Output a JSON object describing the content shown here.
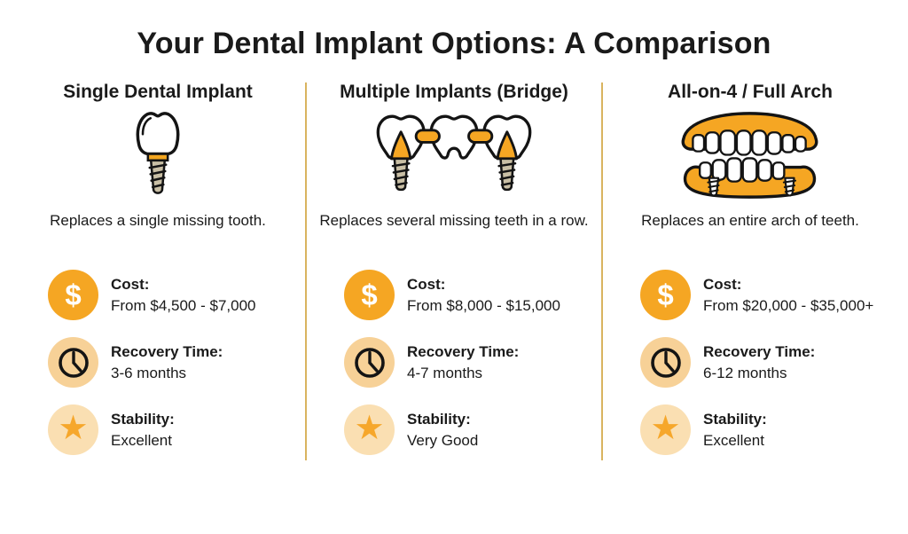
{
  "title": "Your Dental Implant Options: A Comparison",
  "columns": [
    {
      "heading": "Single Dental Implant",
      "icon": "single-dental-implant-icon",
      "description": "Replaces a single missing tooth.",
      "features": [
        {
          "icon": "dollar-icon",
          "label": "Cost:",
          "value": "From $4,500 - $7,000"
        },
        {
          "icon": "clock-icon",
          "label": "Recovery Time:",
          "value": "3-6 months"
        },
        {
          "icon": "star-icon",
          "label": "Stability:",
          "value": "Excellent"
        }
      ]
    },
    {
      "heading": "Multiple Implants (Bridge)",
      "icon": "implant-bridge-icon",
      "description": "Replaces several missing teeth in a row.",
      "features": [
        {
          "icon": "dollar-icon",
          "label": "Cost:",
          "value": "From $8,000 - $15,000"
        },
        {
          "icon": "clock-icon",
          "label": "Recovery Time:",
          "value": "4-7 months"
        },
        {
          "icon": "star-icon",
          "label": "Stability:",
          "value": "Very Good"
        }
      ]
    },
    {
      "heading": "All-on-4 / Full Arch",
      "icon": "full-arch-denture-icon",
      "description": "Replaces an entire arch of teeth.",
      "features": [
        {
          "icon": "dollar-icon",
          "label": "Cost:",
          "value": "From $20,000 - $35,000+"
        },
        {
          "icon": "clock-icon",
          "label": "Recovery Time:",
          "value": "6-12 months"
        },
        {
          "icon": "star-icon",
          "label": "Stability:",
          "value": "Excellent"
        }
      ]
    }
  ],
  "icon_glyphs": {
    "dollar": "$",
    "star": "★"
  },
  "colors": {
    "accent_orange": "#F5A623",
    "clock_circle_peach": "#F7D197",
    "star_circle_peach": "#FADFB2",
    "divider_gold": "#D9B45F",
    "screw_tan": "#C9BFA5",
    "outline_black": "#141414",
    "text": "#1A1A1A",
    "background": "#FFFFFF"
  }
}
